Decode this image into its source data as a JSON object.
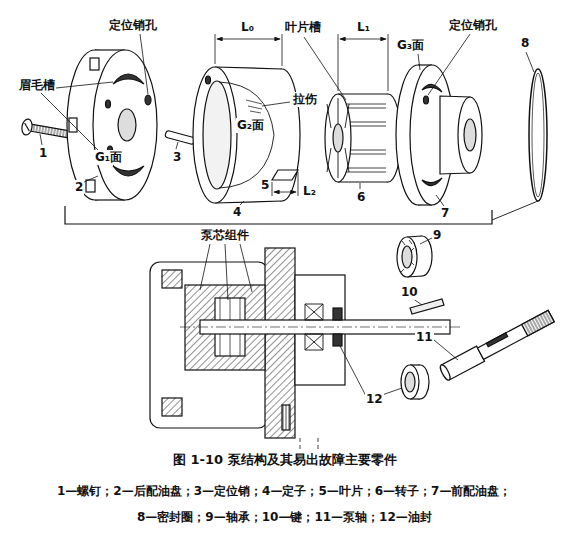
{
  "diagram": {
    "caption": "图 1-10 泵结构及其易出故障主要零件",
    "labels": [
      "定位销孔",
      "L₀",
      "叶片槽",
      "L₁",
      "定位销孔",
      "8",
      "G₃面",
      "眉毛槽",
      "拉伤",
      "G₂面",
      "1",
      "3",
      "G₁面",
      "2",
      "5",
      "L₂",
      "4",
      "6",
      "7",
      "泵芯组件",
      "9",
      "10",
      "11",
      "12",
      "1—螺钉；2—后配油盘；3—定位销；4—定子；5—叶片；6—转子；7—前配油盘；",
      "8—密封圈；9—轴承；10—键；11—泵轴；12—油封"
    ]
  }
}
